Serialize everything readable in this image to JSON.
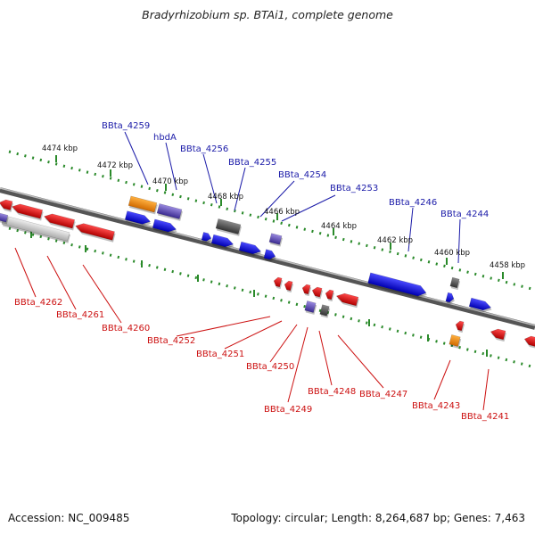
{
  "title": "Bradyrhizobium sp. BTAi1, complete genome",
  "footer": {
    "accession": "Accession: NC_009485",
    "summary": "Topology: circular; Length: 8,264,687 bp; Genes: 7,463"
  },
  "ruler_ticks": [
    "4474 kbp",
    "4472 kbp",
    "4470 kbp",
    "4468 kbp",
    "4466 kbp",
    "4464 kbp",
    "4462 kbp",
    "4460 kbp",
    "4458 kbp"
  ],
  "forward_labels": [
    "BBta_4259",
    "hbdA",
    "BBta_4256",
    "BBta_4255",
    "BBta_4254",
    "BBta_4253",
    "BBta_4246",
    "BBta_4244"
  ],
  "reverse_labels": [
    "BBta_4262",
    "BBta_4261",
    "BBta_4260",
    "BBta_4252",
    "BBta_4251",
    "BBta_4250",
    "BBta_4249",
    "BBta_4248",
    "BBta_4247",
    "BBta_4243",
    "BBta_4241"
  ],
  "colors": {
    "forward_label": "#1a1aa8",
    "reverse_label": "#cc1111",
    "ruler": "#2a8a2a",
    "backbone": "#777777",
    "gene_blue": "#1010e0",
    "gene_red": "#ee1111",
    "gene_orange": "#ff8c00",
    "gene_slate": "#6a5acd",
    "gene_gray": "#555555"
  }
}
